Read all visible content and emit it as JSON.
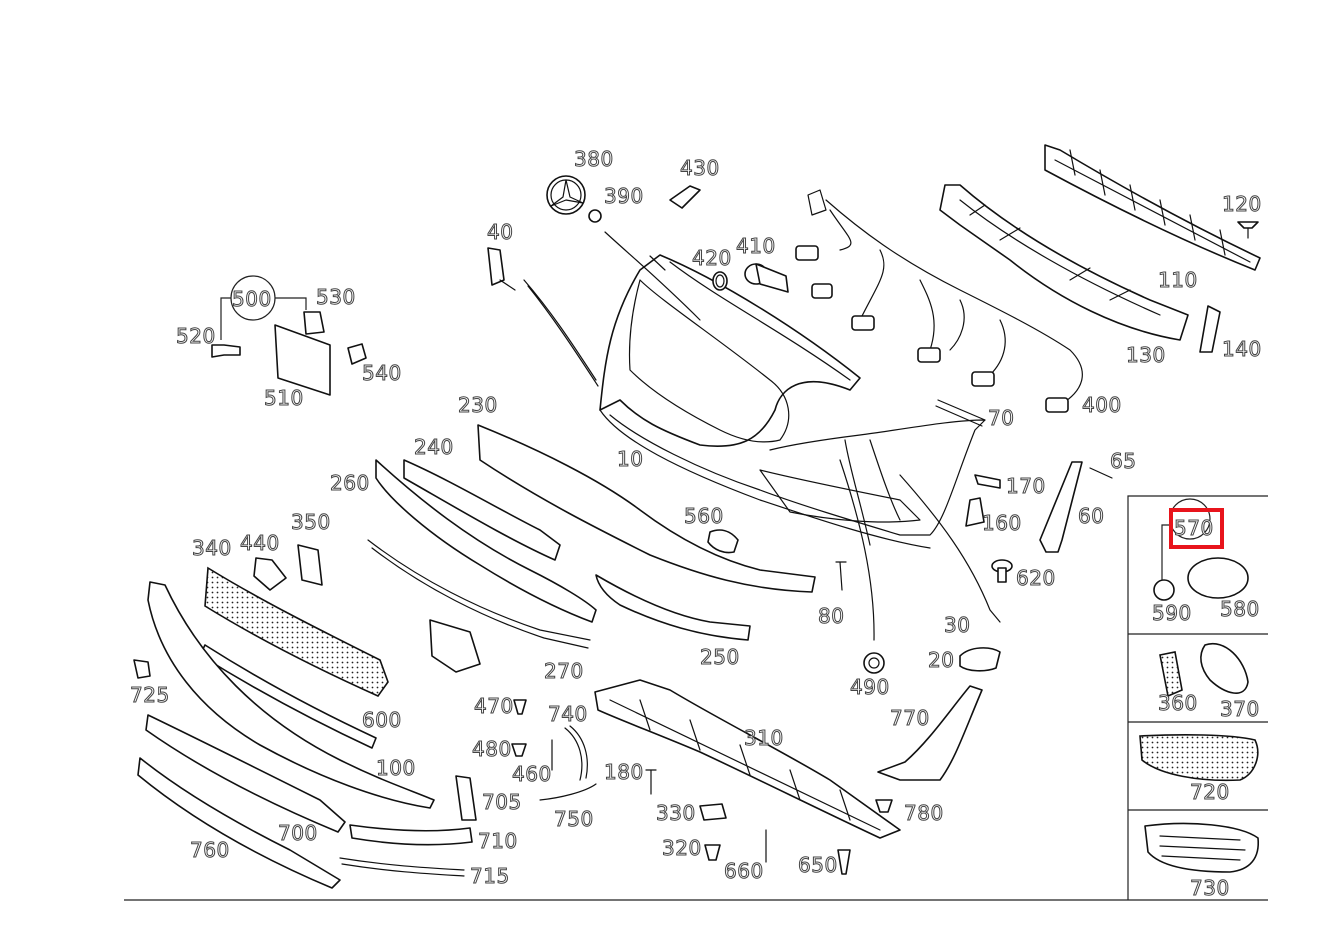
{
  "part_labels": {
    "p10": "10",
    "p20": "20",
    "p30": "30",
    "p40": "40",
    "p60": "60",
    "p65": "65",
    "p70": "70",
    "p80": "80",
    "p100": "100",
    "p110": "110",
    "p120": "120",
    "p130": "130",
    "p140": "140",
    "p160": "160",
    "p170": "170",
    "p180": "180",
    "p230": "230",
    "p240": "240",
    "p250": "250",
    "p260": "260",
    "p270": "270",
    "p310": "310",
    "p320": "320",
    "p330": "330",
    "p340": "340",
    "p350": "350",
    "p360": "360",
    "p370": "370",
    "p380": "380",
    "p390": "390",
    "p400": "400",
    "p410": "410",
    "p420": "420",
    "p430": "430",
    "p440": "440",
    "p460": "460",
    "p470": "470",
    "p480": "480",
    "p490": "490",
    "p500": "500",
    "p510": "510",
    "p520": "520",
    "p530": "530",
    "p540": "540",
    "p560": "560",
    "p570": "570",
    "p580": "580",
    "p590": "590",
    "p600": "600",
    "p620": "620",
    "p650": "650",
    "p660": "660",
    "p700": "700",
    "p705": "705",
    "p710": "710",
    "p715": "715",
    "p720": "720",
    "p725": "725",
    "p730": "730",
    "p740": "740",
    "p750": "750",
    "p760": "760",
    "p770": "770",
    "p780": "780"
  },
  "highlight": {
    "part": "570",
    "color": "#e8141c"
  }
}
